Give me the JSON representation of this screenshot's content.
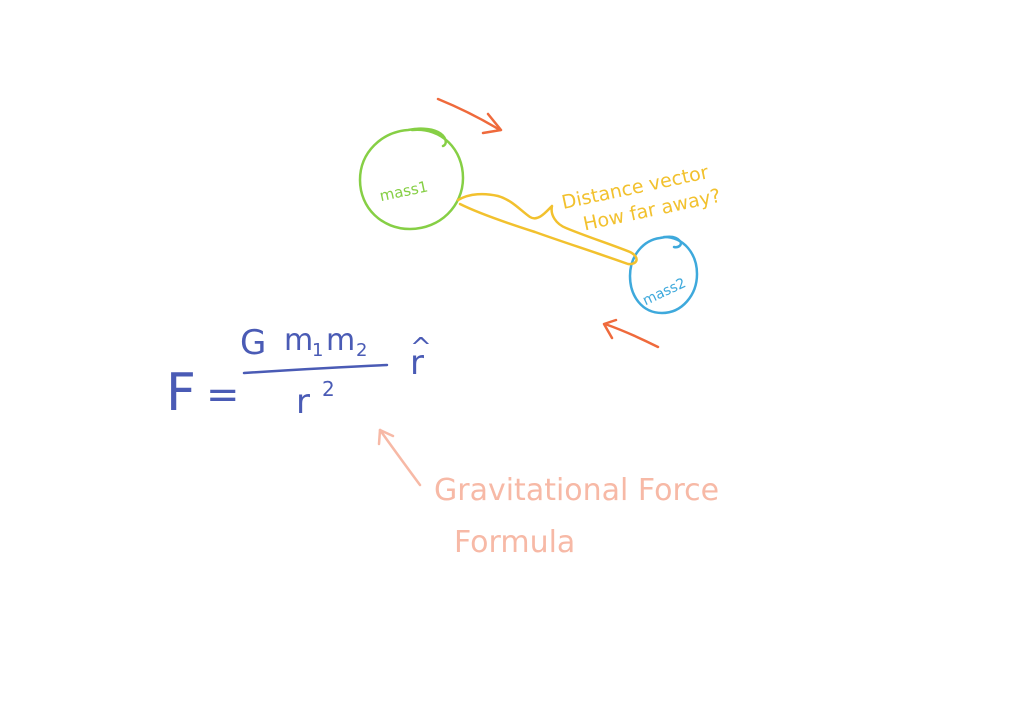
{
  "colors": {
    "background": "#ffffff",
    "mass1": "#86cf45",
    "mass2": "#3ea9dc",
    "distance": "#f2c12e",
    "arrow": "#ef6a3c",
    "formula": "#4a5bb5",
    "annotation": "#f7b9a6"
  },
  "masses": [
    {
      "label": "mass1"
    },
    {
      "label": "mass2"
    }
  ],
  "distance_note": {
    "line1": "Distance vector",
    "line2": "How far away?"
  },
  "formula": {
    "lhs": "F",
    "equals": "=",
    "numerator_G": "G",
    "numerator_m1": "m",
    "numerator_sub1": "1",
    "numerator_m2": "m",
    "numerator_sub2": "2",
    "denominator_r": "r",
    "denominator_exp": "2",
    "unit_vector": "r",
    "hat": "^"
  },
  "annotation": {
    "line1": "Gravitational Force",
    "line2": "Formula"
  },
  "icons": {
    "arrow_top": "arrow-right-icon",
    "arrow_bottom": "arrow-left-icon",
    "arrow_annotation": "arrow-up-left-icon"
  }
}
